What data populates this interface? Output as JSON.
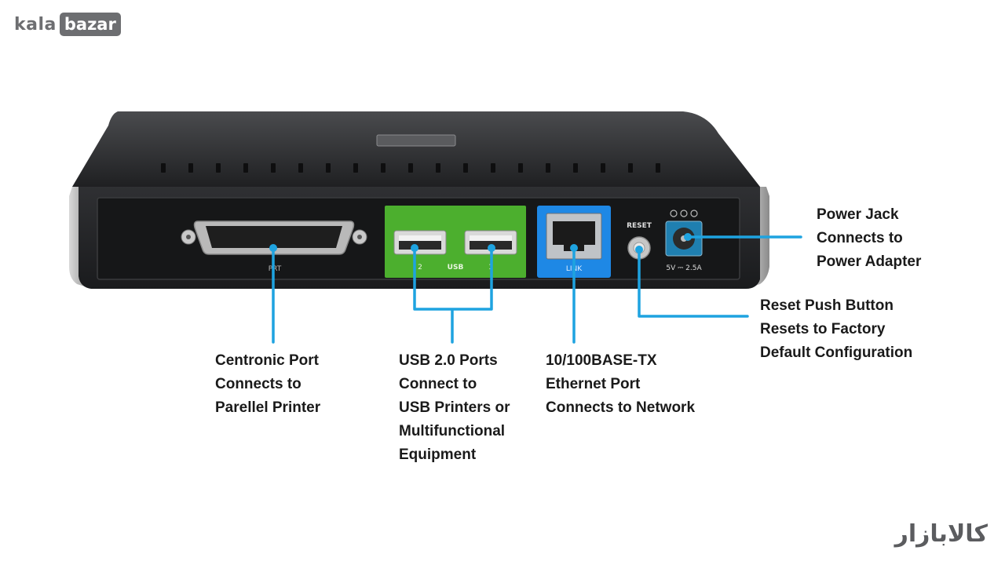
{
  "branding": {
    "logo_left_part": "kala",
    "logo_right_part": "bazar",
    "logo_fa": "کالابازار"
  },
  "device": {
    "port_labels": {
      "parallel": "PRT",
      "usb_2": "2",
      "usb_center": "USB",
      "usb_1": "1",
      "lan": "LINK",
      "reset": "RESET",
      "power_rating": "5V ⎓ 2.5A"
    },
    "colors": {
      "usb_panel": "#4caf2e",
      "lan_panel": "#1e88e5",
      "callout_line": "#1ea3e0",
      "body": "#2a2b2d"
    }
  },
  "callouts": {
    "centronic": [
      "Centronic Port",
      "Connects to",
      "Parellel Printer"
    ],
    "usb": [
      "USB 2.0 Ports",
      "Connect to",
      "USB Printers or",
      "Multifunctional",
      "Equipment"
    ],
    "ethernet": [
      "10/100BASE-TX",
      "Ethernet Port",
      "Connects to Network"
    ],
    "reset": [
      "Reset Push Button",
      "Resets to Factory",
      "Default Configuration"
    ],
    "power": [
      "Power Jack",
      "Connects to",
      "Power Adapter"
    ]
  }
}
